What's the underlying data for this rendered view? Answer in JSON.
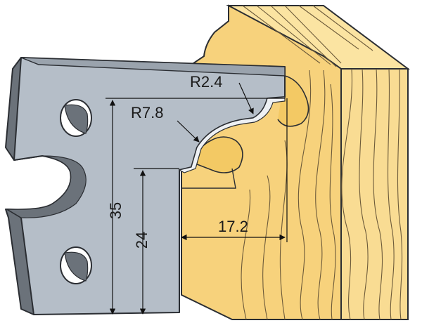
{
  "dimensions": {
    "radius_top": "R2.4",
    "radius_mid": "R7.8",
    "height_total": "35",
    "height_lower": "24",
    "width_depth": "17.2"
  },
  "colors": {
    "steel_face": "#b5bec8",
    "steel_side": "#6b727a",
    "steel_edge": "#2b2e33",
    "wood_front": "#f7d27c",
    "wood_top": "#fbe4a2",
    "wood_side": "#f9dc93",
    "grain": "#6c5a3a",
    "dim_line": "#111111"
  }
}
